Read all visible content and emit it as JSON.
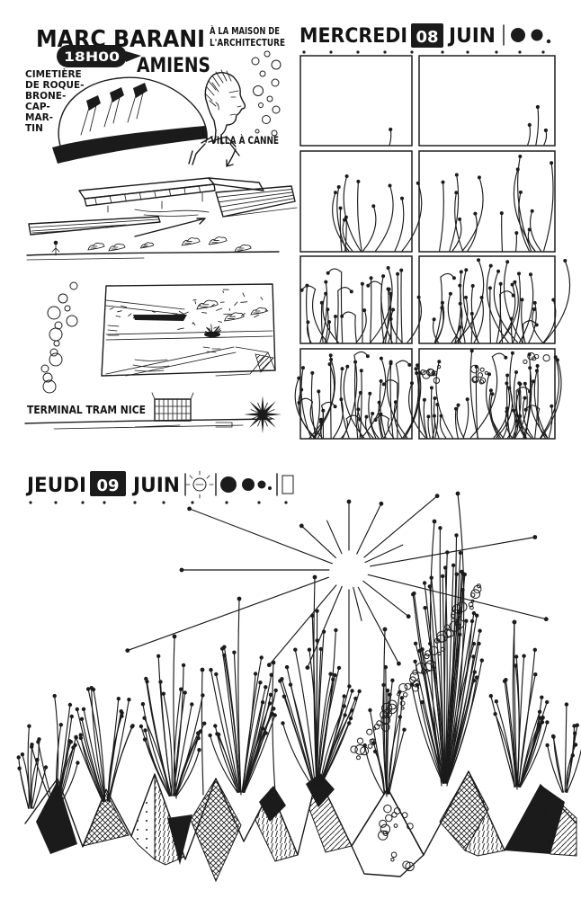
{
  "palette": {
    "ink": "#1b1b1b",
    "paper": "#ffffff"
  },
  "lecture_note": {
    "speaker": "MARC BARANI",
    "venue_line1": "À LA MAISON DE",
    "venue_line2": "L'ARCHITECTURE",
    "time": "18H00",
    "city": "AMIENS",
    "cemetery_label": [
      "CIMETIÈRE",
      "DE ROQUE-",
      "BRONE-",
      "CAP-",
      "MAR-",
      "TIN"
    ],
    "villa_label": "VILLA À CANNE",
    "tram_label": "TERMINAL TRAM NICE"
  },
  "mercredi_entry": {
    "weekday": "MERCREDI",
    "day": "08",
    "month": "JUIN",
    "panels": {
      "rows": 4,
      "cols": 2,
      "stems_per_panel": [
        1,
        3,
        11,
        14,
        26,
        32,
        38,
        44
      ]
    }
  },
  "jeudi_entry": {
    "weekday": "JEUDI",
    "day": "09",
    "month": "JUIN",
    "header_icons": [
      "sun-symbol",
      "filled-circle-large",
      "filled-circle-medium",
      "filled-circle-small",
      "dot",
      "open-square"
    ]
  }
}
